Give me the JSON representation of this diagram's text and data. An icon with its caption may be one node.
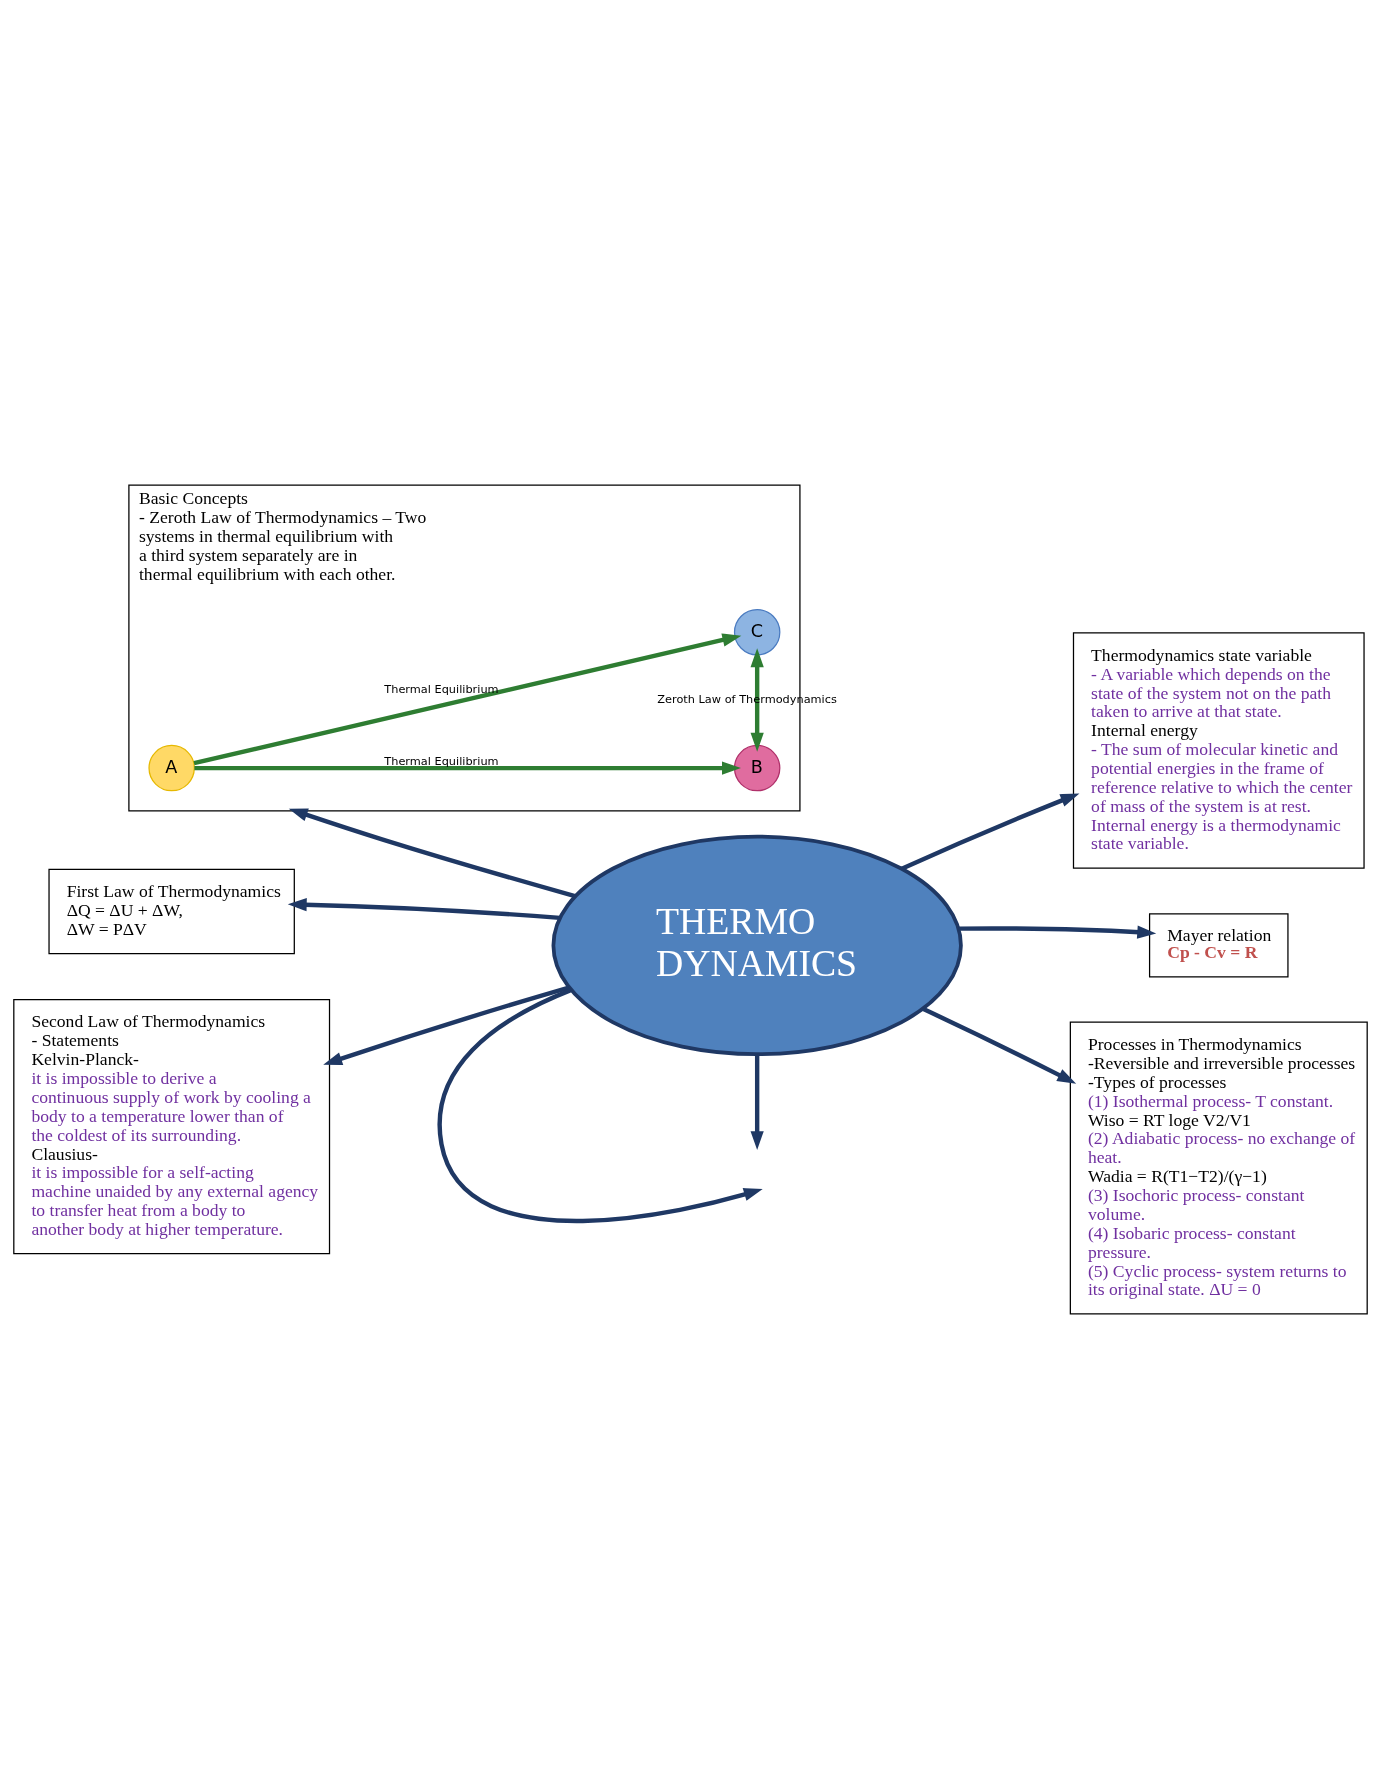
{
  "diagram": {
    "nodes": [
      {
        "text": [
          "Basic Concepts",
          "- Zeroth Law of Thermodynamics – Two systems in thermal equilibrium with a third system separately are in thermal equilibrium with each other."
        ]
      },
      {
        "text": [
          "A"
        ],
        "in": 0
      },
      {
        "text": [
          "B"
        ],
        "in": 0
      },
      {
        "text": [
          "C"
        ],
        "in": 0
      },
      {
        "text": [
          "Thermodynamics state variable",
          "- A variable which depends on the state of the system not on the path taken to arrive at that state.",
          "Internal energy",
          "- The sum of molecular kinetic and potential energies in the frame of reference relative to which the center of mass of the system is at rest. Internal energy is a thermodynamic state variable."
        ]
      },
      {
        "text": [
          "THERMO DYNAMICS"
        ]
      },
      {
        "text": [
          "First Law of Thermodynamics",
          "ΔQ = ΔU + ΔW,",
          "ΔW = PΔV"
        ]
      },
      {
        "text": [
          "Mayer relation",
          "Cp - Cv = R"
        ]
      },
      {
        "text": [
          "Second Law of Thermodynamics",
          "- Statements",
          "Kelvin-Planck-",
          "it is impossible to derive a continuous supply of work by cooling a body to a temperature lower than of the coldest of its surrounding.",
          "Clausius-",
          "it is impossible for a self-acting machine unaided by any external agency to transfer heat from a body to another body at higher temperature."
        ]
      },
      {
        "text": [
          "Processes in Thermodynamics",
          "-Reversible and irreversible processes",
          "-Types of processes",
          "(1) Isothermal process- T constant.",
          "Wiso = RT loge V2/V1",
          "(2) Adiabatic process- no exchange of heat.",
          "Wadia = R(T1−T2)/(γ−1)",
          "(3) Isochoric process- constant volume.",
          "(4) Isobaric process- constant pressure.",
          "(5) Cyclic process- system returns to its original state. ΔU = 0"
        ]
      }
    ],
    "edges": [
      {
        "from": 1,
        "to": 2,
        "arrow": "to",
        "label": "Thermal Equilibrium",
        "color": "#2e7d32"
      },
      {
        "from": 1,
        "to": 3,
        "arrow": "to",
        "label": "Thermal Equilibrium",
        "color": "#2e7d32"
      },
      {
        "from": 2,
        "to": 3,
        "arrow": "both",
        "label": "Zeroth Law of Thermodynamics",
        "color": "#2e7d32"
      },
      {
        "from": 5,
        "to": null,
        "arrow": "to"
      },
      {
        "from": 5,
        "to": 4,
        "arrow": "to"
      },
      {
        "from": 5,
        "to": 0,
        "arrow": "to"
      },
      {
        "from": 5,
        "to": 6,
        "arrow": "to"
      },
      {
        "from": 5,
        "to": 7,
        "arrow": "to"
      },
      {
        "from": 5,
        "to": 8,
        "arrow": "to"
      },
      {
        "from": 5,
        "to": 9,
        "arrow": "to"
      },
      {
        "from": 5,
        "to": null,
        "arrow": "to"
      }
    ]
  }
}
